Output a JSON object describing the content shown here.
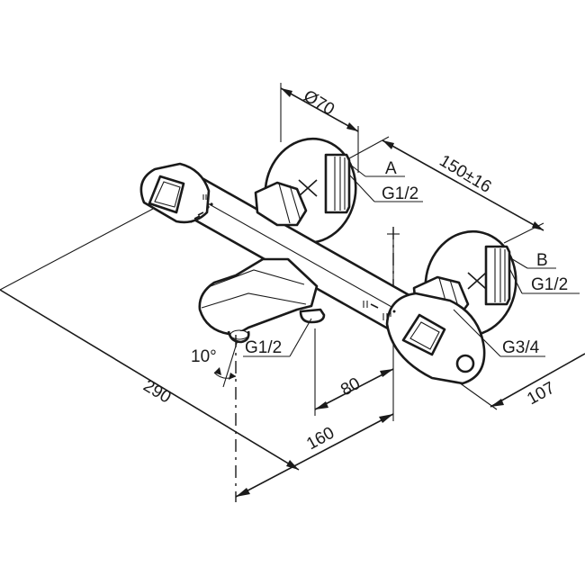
{
  "dimensions": {
    "diameter": "Ø70",
    "spacing": "150±16",
    "length": "290",
    "depth": "107",
    "offset_160": "160",
    "offset_80": "80",
    "angle": "10°"
  },
  "callouts": {
    "a_label": "A",
    "a_thread": "G1/2",
    "b_label": "B",
    "b_thread": "G1/2",
    "spout_thread": "G1/2",
    "shower_thread": "G3/4"
  },
  "colors": {
    "line": "#1a1a1a",
    "background": "#ffffff"
  }
}
